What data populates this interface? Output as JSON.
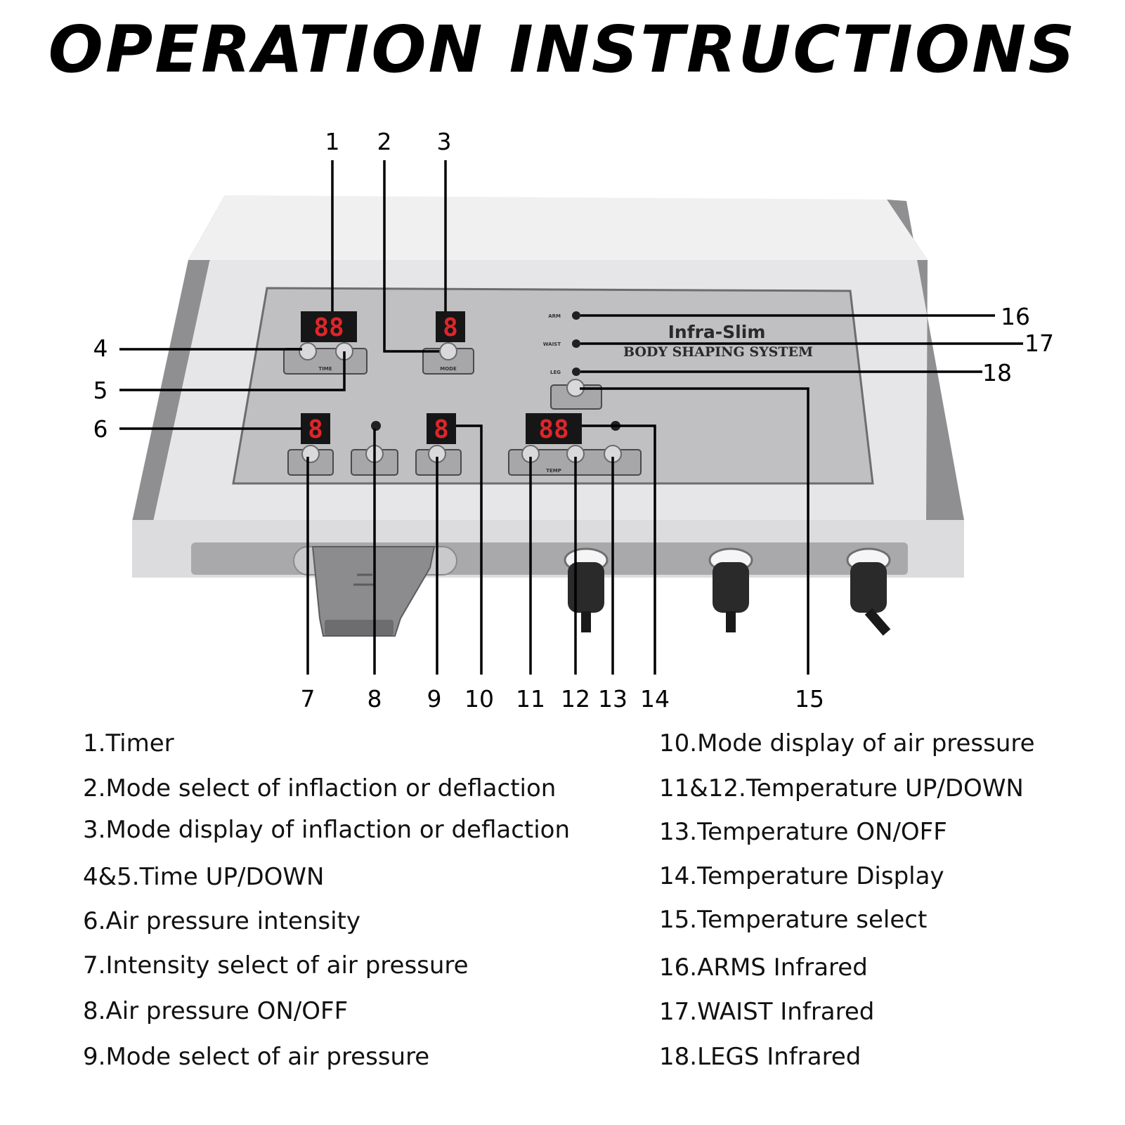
{
  "title": "OPERATION INSTRUCTIONS",
  "device": {
    "brand": "Infra-Slim",
    "subtitle": "BODY SHAPING SYSTEM",
    "display_timer": "88",
    "display_mode": "8",
    "display_intensity": "8",
    "display_air_mode": "8",
    "display_temp": "88",
    "button_labels": {
      "time": "TIME",
      "mode": "MODE",
      "temp": "TEMP"
    },
    "indicator_labels": {
      "arm": "ARM",
      "waist": "WAIST",
      "legs": "LEG"
    },
    "colors": {
      "body": "#e9e9ea",
      "side": "#8e8e90",
      "panel": "#bdbdbf",
      "display": "#161616",
      "segment": "#e0252a"
    }
  },
  "callouts": [
    "1",
    "2",
    "3",
    "4",
    "5",
    "6",
    "7",
    "8",
    "9",
    "10",
    "11",
    "12",
    "13",
    "14",
    "15",
    "16",
    "17",
    "18"
  ],
  "legend_left": [
    "1.Timer",
    "2.Mode select of inflaction or deflaction",
    "3.Mode display of inflaction or deflaction",
    "4&5.Time UP/DOWN",
    "6.Air pressure intensity",
    "7.Intensity select of air pressure",
    "8.Air pressure ON/OFF",
    "9.Mode select of air pressure"
  ],
  "legend_right": [
    "10.Mode display of air pressure",
    "11&12.Temperature UP/DOWN",
    "13.Temperature ON/OFF",
    "14.Temperature Display",
    "15.Temperature select",
    "16.ARMS Infrared",
    "17.WAIST Infrared",
    "18.LEGS Infrared"
  ]
}
